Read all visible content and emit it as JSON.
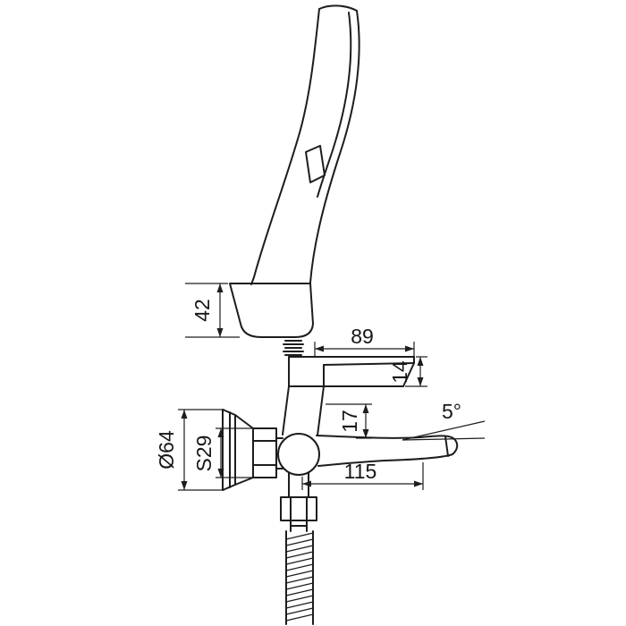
{
  "meta": {
    "background_color": "#ffffff",
    "line_color": "#1d1d1d",
    "drawing_type": "technical dimension drawing",
    "subject": "wall-mounted bath mixer with hand shower and flexible hose"
  },
  "dims": {
    "handle_height": "42",
    "lever_length": "89",
    "lever_height": "14",
    "body_to_spout": "17",
    "spout_angle": "5°",
    "spout_length": "115",
    "flange_diameter": "Ø64",
    "nut_size": "S29"
  }
}
